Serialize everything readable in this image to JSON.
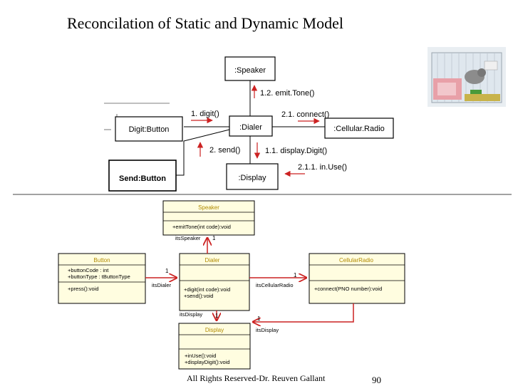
{
  "slide": {
    "title": "Reconcilation of Static and Dynamic Model",
    "footer": "All Rights Reserved-Dr. Reuven Gallant",
    "page_number": "90"
  },
  "collaboration": {
    "objects": {
      "speaker": ":Speaker",
      "dialer": ":Dialer",
      "cellular_radio": ":Cellular.Radio",
      "display": ":Display",
      "digit_button": "Digit:Button",
      "send_button": "Send:Button"
    },
    "messages": {
      "emit_tone": "1.2. emit.Tone()",
      "digit": "1. digit()",
      "connect": "2.1. connect()",
      "send": "2. send()",
      "display_digit": "1.1. display.Digit()",
      "in_use": "2.1.1. in.Use()"
    }
  },
  "class_diagram": {
    "speaker": {
      "name": "Speaker",
      "ops": [
        "+emitTone(int code):void"
      ]
    },
    "button": {
      "name": "Button",
      "attrs": [
        "+buttonCode : int",
        "+buttonType : tButtonType"
      ],
      "ops": [
        "+press():void"
      ]
    },
    "dialer": {
      "name": "Dialer",
      "ops": [
        "+digit(int code):void",
        "+send():void"
      ]
    },
    "cellular_radio": {
      "name": "CellularRadio",
      "ops": [
        "+connect(PNO number):void"
      ]
    },
    "display": {
      "name": "Display",
      "ops": [
        "+inUse():void",
        "+displayDigit():void"
      ]
    },
    "labels": {
      "its_speaker": "itsSpeaker",
      "its_dialer": "itsDialer",
      "its_cellular_radio": "itsCellularRadio",
      "its_display_left": "itsDisplay",
      "its_display_right": "itsDisplay",
      "one": "1"
    }
  },
  "colors": {
    "class_fill": "#fffde0",
    "class_name": "#b08a00",
    "arrow_red": "#cc2222",
    "border": "#000000"
  },
  "icons": {
    "photo": "hamster-cage-photo"
  }
}
